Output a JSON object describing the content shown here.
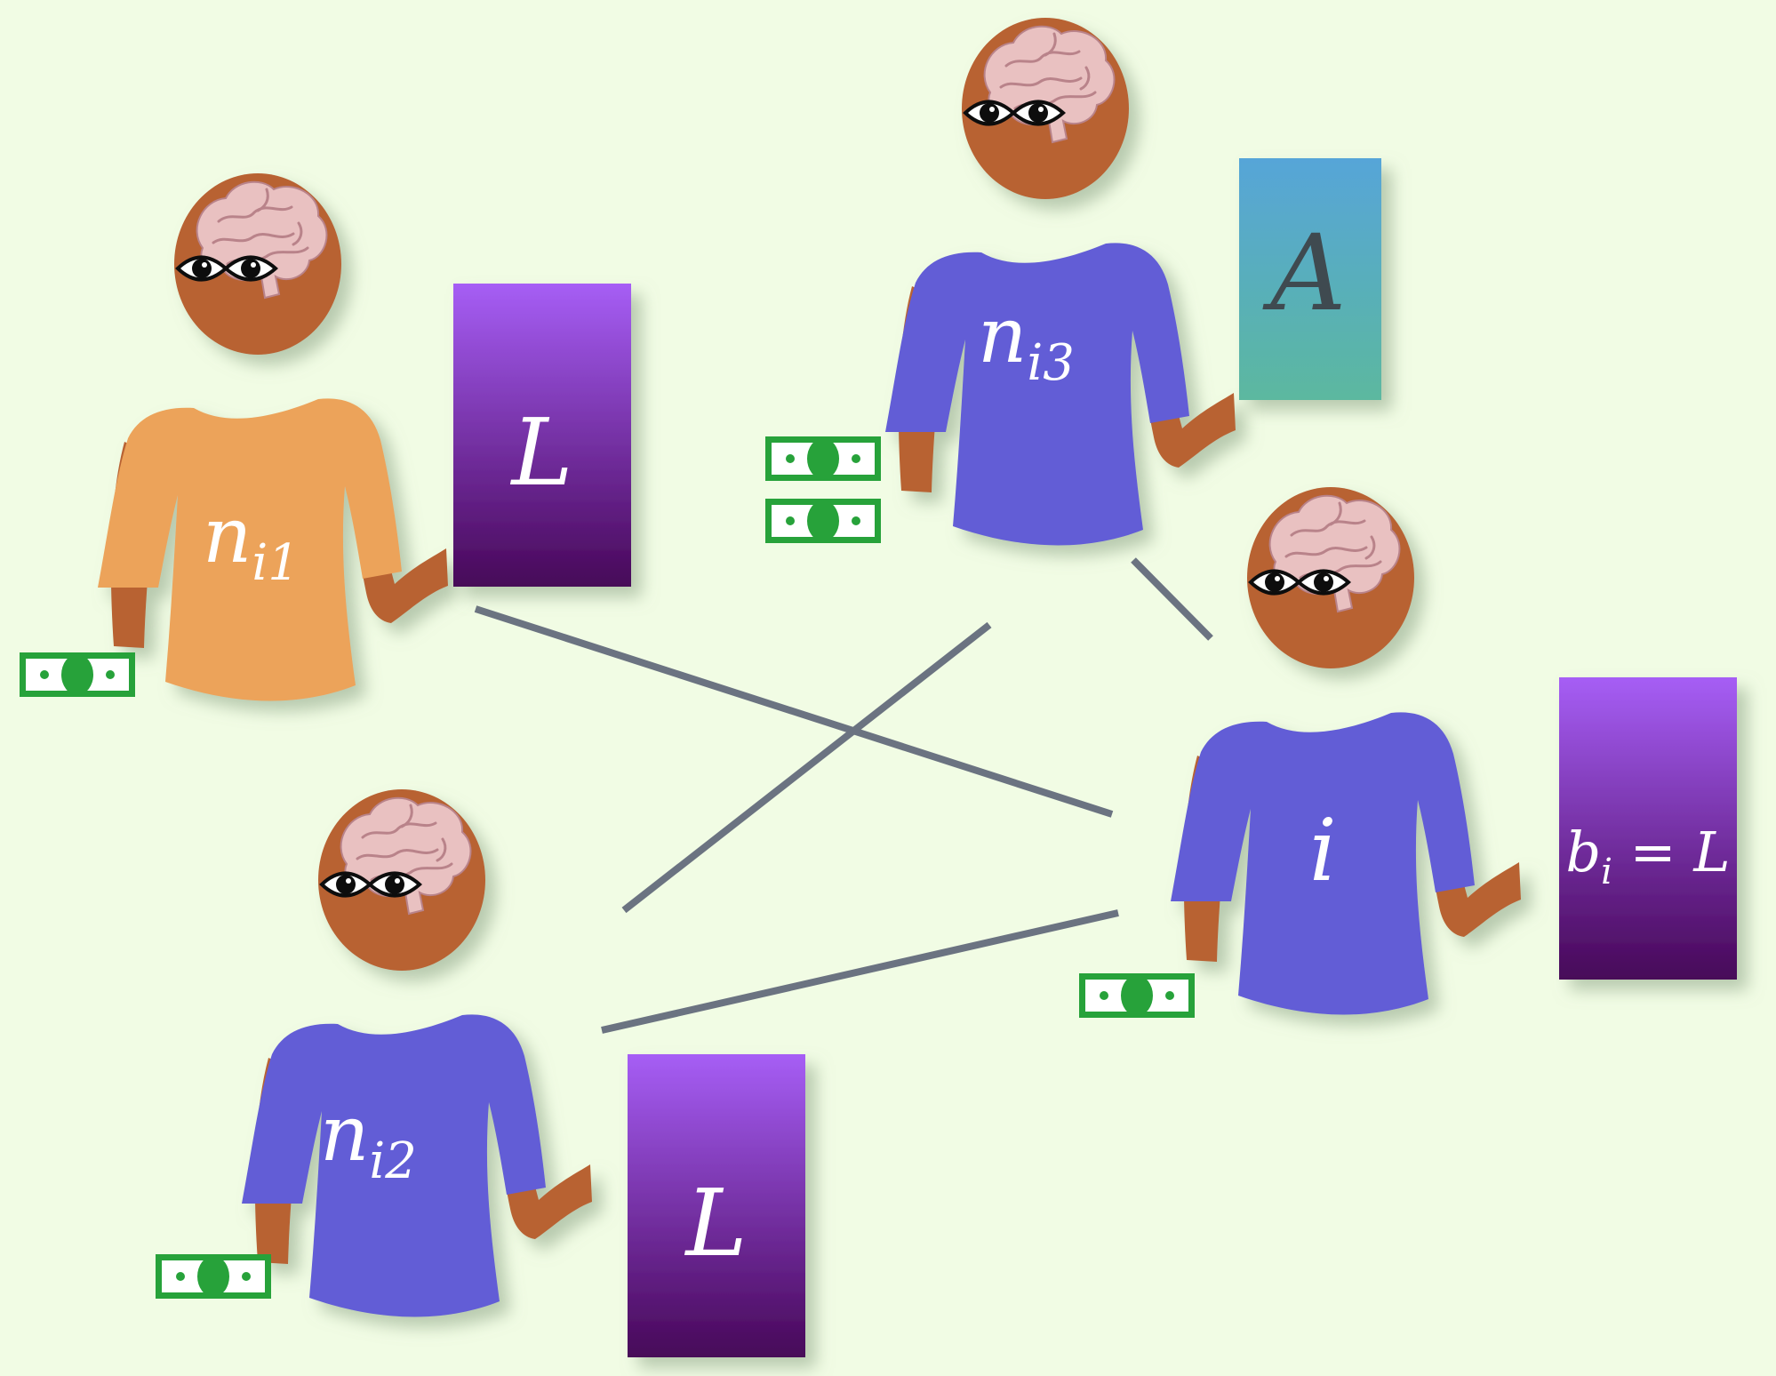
{
  "colors": {
    "background": "#f1fce4",
    "skin": "#b86233",
    "shirt_orange": "#eca35a",
    "shirt_blue": "#625dd6",
    "brain": "#e9c1c1",
    "brain_line": "#b9838a",
    "edge": "#6b7381",
    "money": "#27a23a",
    "card_L_top": "#a65ef5",
    "card_L_bottom": "#470758",
    "card_A_top": "#57a5d8",
    "card_A_bottom": "#5bb89f",
    "card_A_text": "#3f4a50"
  },
  "icons": [
    "brain-icon",
    "eyes-icon",
    "banknote-icon"
  ],
  "agents": [
    {
      "id": "ni1",
      "label_main": "n",
      "label_sub": "i1",
      "shirt": "orange",
      "card": "L",
      "banknotes": 1
    },
    {
      "id": "ni2",
      "label_main": "n",
      "label_sub": "i2",
      "shirt": "blue",
      "card": "L",
      "banknotes": 1
    },
    {
      "id": "ni3",
      "label_main": "n",
      "label_sub": "i3",
      "shirt": "blue",
      "card": "A",
      "banknotes": 2
    },
    {
      "id": "i",
      "label_main": "i",
      "label_sub": "",
      "shirt": "blue",
      "card": "b_i = L",
      "banknotes": 1
    }
  ],
  "cards": {
    "ni1": {
      "text": "L"
    },
    "ni2": {
      "text": "L"
    },
    "ni3": {
      "text": "A"
    },
    "i": {
      "b": "b",
      "sub": "i",
      "rest": " = L"
    }
  },
  "edges": [
    {
      "from": "ni1",
      "to": "i"
    },
    {
      "from": "ni2",
      "to": "ni3"
    },
    {
      "from": "ni2",
      "to": "i"
    },
    {
      "from": "ni3",
      "to": "i"
    }
  ]
}
